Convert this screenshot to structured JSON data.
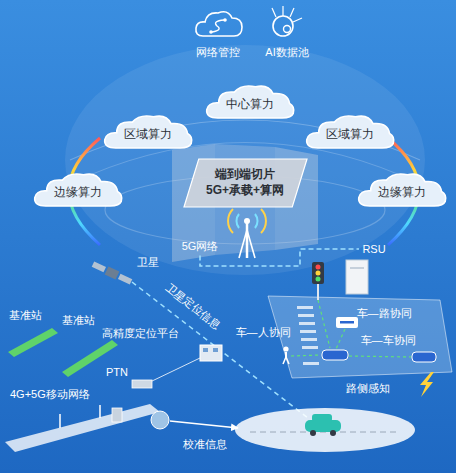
{
  "diagram": {
    "nodes": [
      {
        "text": [
          "网络管控"
        ]
      },
      {
        "text": [
          "AI数据池"
        ]
      },
      {
        "text": [
          "中心算力"
        ]
      },
      {
        "text": [
          "区域算力"
        ]
      },
      {
        "text": [
          "区域算力"
        ]
      },
      {
        "text": [
          "边缘算力"
        ]
      },
      {
        "text": [
          "边缘算力"
        ]
      },
      {
        "text": [
          "端到端切片",
          "5G+承载+算网"
        ]
      },
      {
        "text": [
          "5G网络"
        ]
      },
      {
        "text": [
          "卫星"
        ]
      },
      {
        "text": [
          "基准站"
        ]
      },
      {
        "text": [
          "基准站"
        ]
      },
      {
        "text": [
          "高精度定位平台"
        ]
      },
      {
        "text": [
          "RSU"
        ]
      }
    ],
    "edges": [
      {
        "from": 8,
        "to": 13,
        "arrow": "none"
      }
    ],
    "labels": [
      "卫星定位信息",
      "车—路协同",
      "车—人协同",
      "车—车协同",
      "路侧感知",
      "PTN",
      "4G+5G移动网络",
      "校准信息"
    ]
  }
}
